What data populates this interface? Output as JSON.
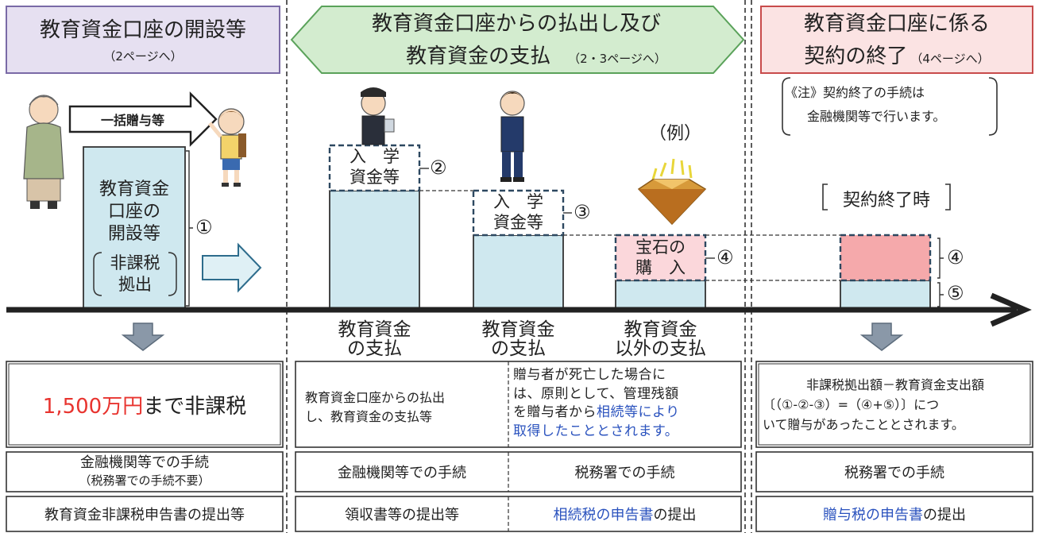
{
  "headers": {
    "col1": {
      "title": "教育資金口座の開設等",
      "sub": "（2ページへ）"
    },
    "col2": {
      "line1": "教育資金口座からの払出し及び",
      "line2": "教育資金の支払",
      "sub": "（2・3ページへ）"
    },
    "col3": {
      "line1": "教育資金口座に係る",
      "line2": "契約の終了",
      "sub": "（4ページへ）"
    }
  },
  "note": {
    "line1": "《注》契約終了の手続は",
    "line2": "金融機関等で行います。"
  },
  "diagram": {
    "gift_arrow": "一括贈与等",
    "account_box": {
      "line1": "教育資金",
      "line2": "口座の",
      "line3": "開設等",
      "paren1": "非課税",
      "paren2": "拠出"
    },
    "admission1": {
      "line1": "入　学",
      "line2": "資金等"
    },
    "admission2": {
      "line1": "入　学",
      "line2": "資金等"
    },
    "jewel": {
      "line1": "宝石の",
      "line2": "購　入"
    },
    "example": "（例）",
    "contract_end": "契約終了時",
    "markers": {
      "m1": "①",
      "m2": "②",
      "m3": "③",
      "m4": "④",
      "m4b": "④",
      "m5": "⑤"
    },
    "colors": {
      "bar": "#cfe8ef",
      "pink": "#f5a9ab",
      "light_pink": "#fbd7db",
      "axis": "#222222"
    }
  },
  "axis_labels": {
    "a1": {
      "line1": "教育資金",
      "line2": "の支払"
    },
    "a2": {
      "line1": "教育資金",
      "line2": "の支払"
    },
    "a3": {
      "line1": "教育資金",
      "line2": "以外の支払"
    }
  },
  "table": {
    "r1c1_red": "1,500万円",
    "r1c1_rest": "まで非課税",
    "r1c2": {
      "line1": "教育資金口座からの払出",
      "line2": "し、教育資金の支払等"
    },
    "r1c3": {
      "l1": "贈与者が死亡した場合に",
      "l2": "は、原則として、管理残額",
      "l3a": "を贈与者から",
      "l3b": "相続等により",
      "l4": "取得したこととされます。"
    },
    "r1c4": {
      "l1": "非課税拠出額－教育資金支出額",
      "l2": "〔（①-②-③）=（④+⑤）〕につ",
      "l3": "いて贈与があったこととされます。"
    },
    "r2c1": {
      "line1": "金融機関等での手続",
      "line2": "（税務署での手続不要）"
    },
    "r2c2": "金融機関等での手続",
    "r2c3": "税務署での手続",
    "r2c4": "税務署での手続",
    "r3c1": "教育資金非課税申告書の提出等",
    "r3c2": "領収書等の提出等",
    "r3c3_blue": "相続税の申告書",
    "r3c3_rest": "の提出",
    "r3c4_blue": "贈与税の申告書",
    "r3c4_rest": "の提出"
  }
}
